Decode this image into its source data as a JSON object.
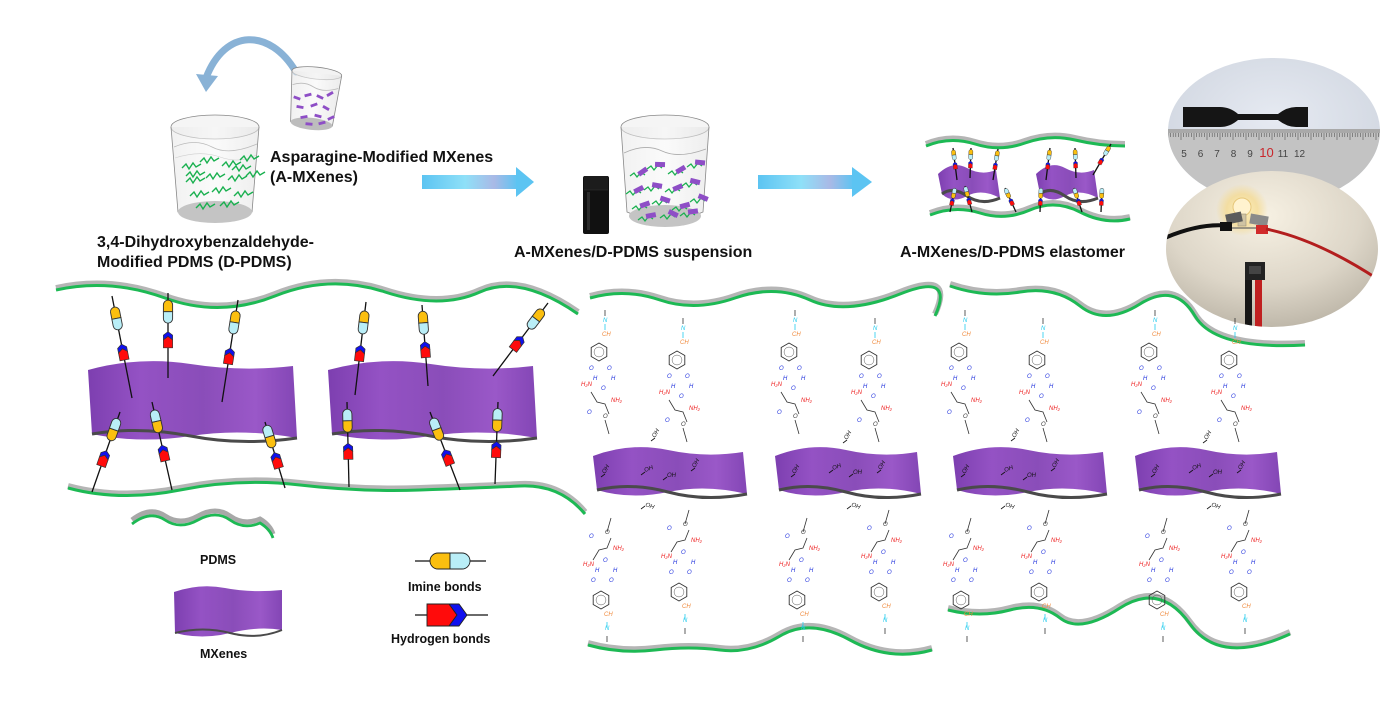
{
  "colors": {
    "pdms_green": "#1db954",
    "pdms_shadow": "#a8a8a8",
    "mxene_purple": "#8c4fbc",
    "mxene_edge": "#4a4a4a",
    "imine_orange": "#fbbf0f",
    "imine_cyan": "#b9eef7",
    "hbond_red": "#ff0b0b",
    "hbond_blue": "#1010ee",
    "arrow_blue": "#5fc7f3",
    "chem_red": "#ee2222",
    "chem_blue": "#2233dd",
    "chem_orange": "#f08a3c",
    "chem_cyan": "#22ccee"
  },
  "top_row": {
    "amxenes_label_line1": "Asparagine-Modified MXenes",
    "amxenes_label_line2": "(A-MXenes)",
    "dpdms_label_line1": "3,4-Dihydroxybenzaldehyde-",
    "dpdms_label_line2": "Modified PDMS (D-PDMS)",
    "suspension_label": "A-MXenes/D-PDMS suspension",
    "elastomer_label": "A-MXenes/D-PDMS elastomer",
    "ruler_ticks": [
      "5",
      "6",
      "7",
      "8",
      "9",
      "10",
      "11",
      "12"
    ],
    "ruler_highlight": "10"
  },
  "legend": {
    "pdms_label": "PDMS",
    "mxenes_label": "MXenes",
    "imine_label": "Imine bonds",
    "hbond_label": "Hydrogen bonds"
  },
  "chemistry": {
    "hydroxyl": "OH",
    "amine": "NH₂",
    "amine_alt": "H₂N",
    "methine": "CH",
    "nitrogen": "N",
    "oxygen": "O",
    "hydrogen": "H"
  }
}
